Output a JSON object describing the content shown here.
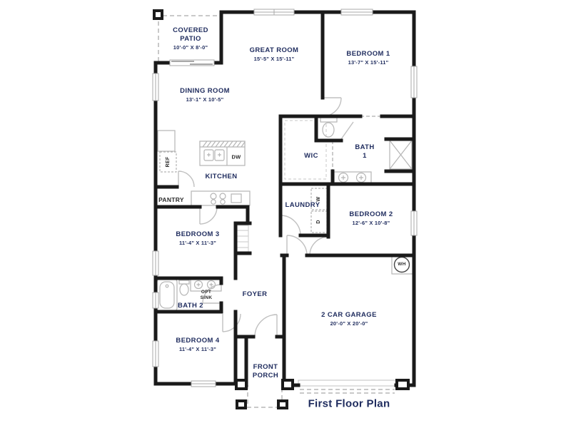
{
  "title": "First Floor Plan",
  "colors": {
    "label_navy": "#1f2c5e",
    "wall_black": "#1a1a1a",
    "fixture_gray": "#b5b5b5"
  },
  "rooms": {
    "covered_patio": {
      "name": "COVERED\nPATIO",
      "dims": "10'-0\" X 8'-0\""
    },
    "great_room": {
      "name": "GREAT ROOM",
      "dims": "15'-5\" X 15'-11\""
    },
    "bedroom_1": {
      "name": "BEDROOM 1",
      "dims": "13'-7\" X 15'-11\""
    },
    "dining_room": {
      "name": "DINING ROOM",
      "dims": "13'-1\" X 10'-5\""
    },
    "wic": {
      "name": "WIC"
    },
    "bath_1": {
      "name": "BATH\n1"
    },
    "kitchen": {
      "name": "KITCHEN"
    },
    "laundry": {
      "name": "LAUNDRY"
    },
    "bedroom_2": {
      "name": "BEDROOM 2",
      "dims": "12'-6\" X 10'-8\""
    },
    "bedroom_3": {
      "name": "BEDROOM 3",
      "dims": "11'-4\" X 11'-3\""
    },
    "bath_2": {
      "name": "BATH 2"
    },
    "foyer": {
      "name": "FOYER"
    },
    "bedroom_4": {
      "name": "BEDROOM 4",
      "dims": "11'-4\" X 11'-3\""
    },
    "front_porch": {
      "name": "FRONT\nPORCH"
    },
    "garage": {
      "name": "2 CAR GARAGE",
      "dims": "20'-0\" X 20'-0\""
    }
  },
  "fixtures": {
    "ref": "REF",
    "dw": "DW",
    "pantry": "PANTRY",
    "washer": "W",
    "dryer": "D",
    "opt_sink": "OPT\nSINK",
    "water_heater": "WH"
  }
}
